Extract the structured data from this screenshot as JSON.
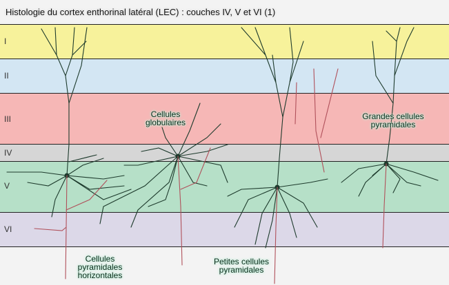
{
  "title": "Histologie du cortex enthorinal latéral (LEC) : couches IV, V et VI (1)",
  "layers": [
    {
      "label": "I",
      "color": "#f7f29b"
    },
    {
      "label": "II",
      "color": "#d3e6f3"
    },
    {
      "label": "III",
      "color": "#f6b7b6"
    },
    {
      "label": "IV",
      "color": "#d6d6d6"
    },
    {
      "label": "V",
      "color": "#b6e0c8"
    },
    {
      "label": "VI",
      "color": "#dcd8e8"
    }
  ],
  "cell_labels": {
    "globular": [
      "Cellules",
      "globulaires"
    ],
    "large_pyramidal": [
      "Grandes cellules",
      "pyramidales"
    ],
    "horizontal_pyramidal": [
      "Cellules",
      "pyramidales",
      "horizontales"
    ],
    "small_pyramidal": [
      "Petites cellules",
      "pyramidales"
    ]
  },
  "colors": {
    "dendrite": "#1d3a2c",
    "axon": "#b0505a"
  }
}
